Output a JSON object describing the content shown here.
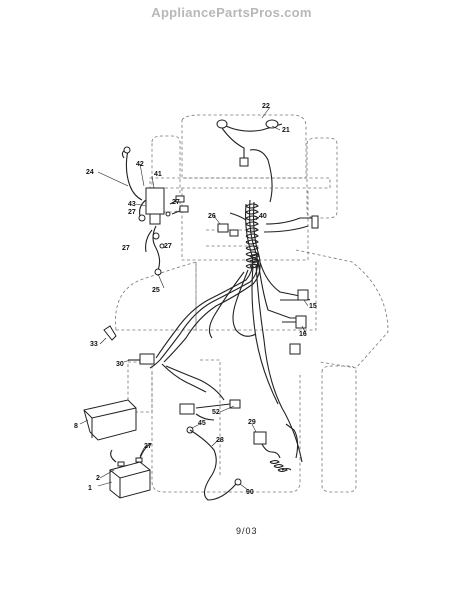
{
  "header": {
    "watermark": "AppliancePartsPros.com"
  },
  "footer": {
    "date_code": "9/03"
  },
  "callouts": {
    "c1": "1",
    "c2": "2",
    "c8": "8",
    "c15": "15",
    "c16a": "16",
    "c16b": "16",
    "c21": "21",
    "c22": "22",
    "c24": "24",
    "c25": "25",
    "c26": "26",
    "c27a": "27",
    "c27b": "27",
    "c27c": "27",
    "c27d": "27",
    "c27e": "27",
    "c28": "28",
    "c29": "29",
    "c30": "30",
    "c33": "33",
    "c40": "40",
    "c41": "41",
    "c42": "42",
    "c43": "43",
    "c45": "45",
    "c52": "52",
    "c90": "90"
  }
}
